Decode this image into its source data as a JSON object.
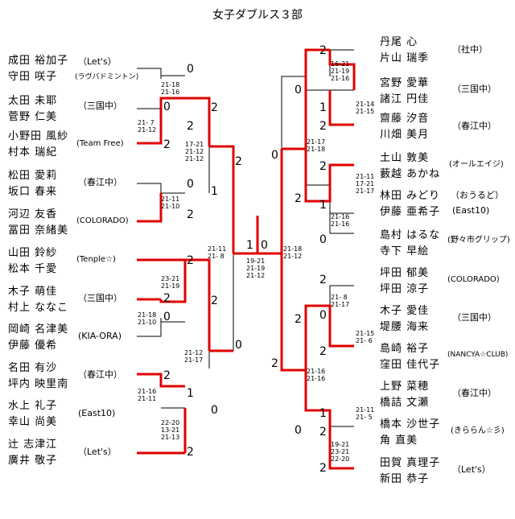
{
  "title": "女子ダブルス３部",
  "left": [
    {
      "p1": "成田 裕加子",
      "p2": "守田 咲子",
      "club": "（Let's）"
    },
    {
      "p1": "",
      "p2": "",
      "club": "(ラヴバドミントン)"
    },
    {
      "p1": "太田 未耶",
      "p2": "菅野 仁美",
      "club": "（三国中）"
    },
    {
      "p1": "小野田 風紗",
      "p2": "村本 瑞紀",
      "club": "(Team Free)"
    },
    {
      "p1": "松田 愛莉",
      "p2": "坂口 春来",
      "club": "（春江中）"
    },
    {
      "p1": "河辺 友香",
      "p2": "冨田 奈緒美",
      "club": "(COLORADO)"
    },
    {
      "p1": "山田 鈴紗",
      "p2": "松本 千愛",
      "club": "(Tenple☆)"
    },
    {
      "p1": "木子 萌佳",
      "p2": "村上 ななこ",
      "club": "（三国中）"
    },
    {
      "p1": "岡崎 名津美",
      "p2": "伊藤 優希",
      "club": "(KIA-ORA)"
    },
    {
      "p1": "名田 有沙",
      "p2": "坪内 映里南",
      "club": "（春江中）"
    },
    {
      "p1": "水上 礼子",
      "p2": "幸山 尚美",
      "club": "(East10)"
    },
    {
      "p1": "辻 志津江",
      "p2": "廣井 敬子",
      "club": "（Let's）"
    }
  ],
  "right": [
    {
      "p1": "丹尾 心",
      "p2": "片山 瑞季",
      "club": "（社中）"
    },
    {
      "p1": "宮野 愛華",
      "p2": "諸江 円佳",
      "club": "（三国中）"
    },
    {
      "p1": "齋藤 汐音",
      "p2": "川畑 美月",
      "club": "（春江中）"
    },
    {
      "p1": "土山 敦美",
      "p2": "藪越 あかね",
      "club": "(オールエイジ)"
    },
    {
      "p1": "林田 みどり",
      "p2": "伊藤 亜希子",
      "club": "（おうるど）"
    },
    {
      "p1": "",
      "p2": "",
      "club": "(East10)"
    },
    {
      "p1": "島村 はるな",
      "p2": "寺下 早絵",
      "club": "(野々市グリップ)"
    },
    {
      "p1": "坪田 郁美",
      "p2": "坪田 涼子",
      "club": "(COLORADO)"
    },
    {
      "p1": "木子 愛佳",
      "p2": "堤腰 海来",
      "club": "（三国中）"
    },
    {
      "p1": "島崎 裕子",
      "p2": "窪田 佳代子",
      "club": "(NANCYA☆CLUB)"
    },
    {
      "p1": "上野 菜穂",
      "p2": "橋詰 文瀬",
      "club": "（春江中）"
    },
    {
      "p1": "橋本 沙世子",
      "p2": "角 直美",
      "club": "(きららん☆彡)"
    },
    {
      "p1": "田賀 真理子",
      "p2": "新田 恭子",
      "club": "（Let's）"
    }
  ],
  "scores": {
    "s1": "0",
    "s2": "0",
    "s3": "2",
    "s4": "2",
    "s5": "2",
    "s6": "0",
    "s7": "1",
    "s8": "2",
    "s9": "2",
    "s10": "2",
    "s11": "0",
    "s12": "2",
    "s13": "0",
    "s14": "1",
    "s15": "2",
    "s16": "0",
    "s17": "2",
    "s18": "0",
    "s19": "1",
    "s20": "2",
    "r1": "2",
    "r2": "0",
    "r3": "1",
    "r4": "2",
    "r5": "2",
    "r6": "0",
    "r7": "1",
    "r8": "0",
    "r9": "2",
    "r10": "2",
    "r11": "0",
    "r12": "2",
    "r13": "2",
    "r14": "0",
    "r15": "1",
    "r16": "2",
    "r17": "2",
    "r18": "0",
    "r19": "0"
  },
  "games": {
    "g1": "21-18\n21-16",
    "g2": "21- 7\n21-12",
    "g3": "17-21\n21-12\n21-12",
    "g4": "21-11\n21-10",
    "g5": "21-11\n21- 8",
    "g6": "23-21\n21-19",
    "g7": "21-18\n21-10",
    "g8": "21-12\n21-17",
    "g9": "21-16\n21-11",
    "g10": "22-20\n13-21\n21-13",
    "g11": "19-21\n21-19\n21-12",
    "g12": "21-18\n21-12",
    "g13": "16-21\n21-19\n21-16",
    "g14": "21-14\n21-15",
    "g15": "21-17\n21-18",
    "g16": "21-11\n17-21\n21-17",
    "g17": "21-16\n21-16",
    "g18": "21- 8\n21-17",
    "g19": "21-15\n21- 6",
    "g20": "21-16\n21-16",
    "g21": "21-11\n21- 5",
    "g22": "19-21\n23-21\n22-20"
  }
}
